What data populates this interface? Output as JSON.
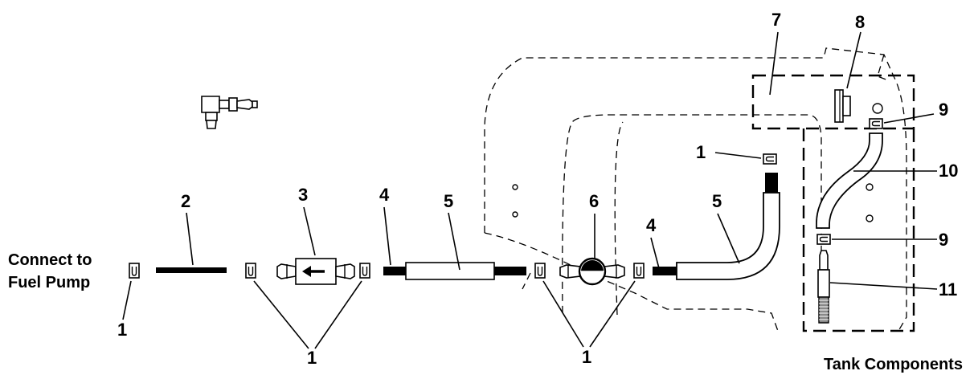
{
  "caption_left": [
    "Connect to",
    "Fuel Pump"
  ],
  "caption_right": "Tank Components",
  "callouts": {
    "c1_left": "1",
    "c1_pair": "1",
    "c1_valve": "1",
    "c1_tank": "1",
    "c2": "2",
    "c3": "3",
    "c4_a": "4",
    "c4_b": "4",
    "c5_a": "5",
    "c5_b": "5",
    "c6": "6",
    "c7": "7",
    "c8": "8",
    "c9_top": "9",
    "c9_bottom": "9",
    "c10": "10",
    "c11": "11"
  }
}
